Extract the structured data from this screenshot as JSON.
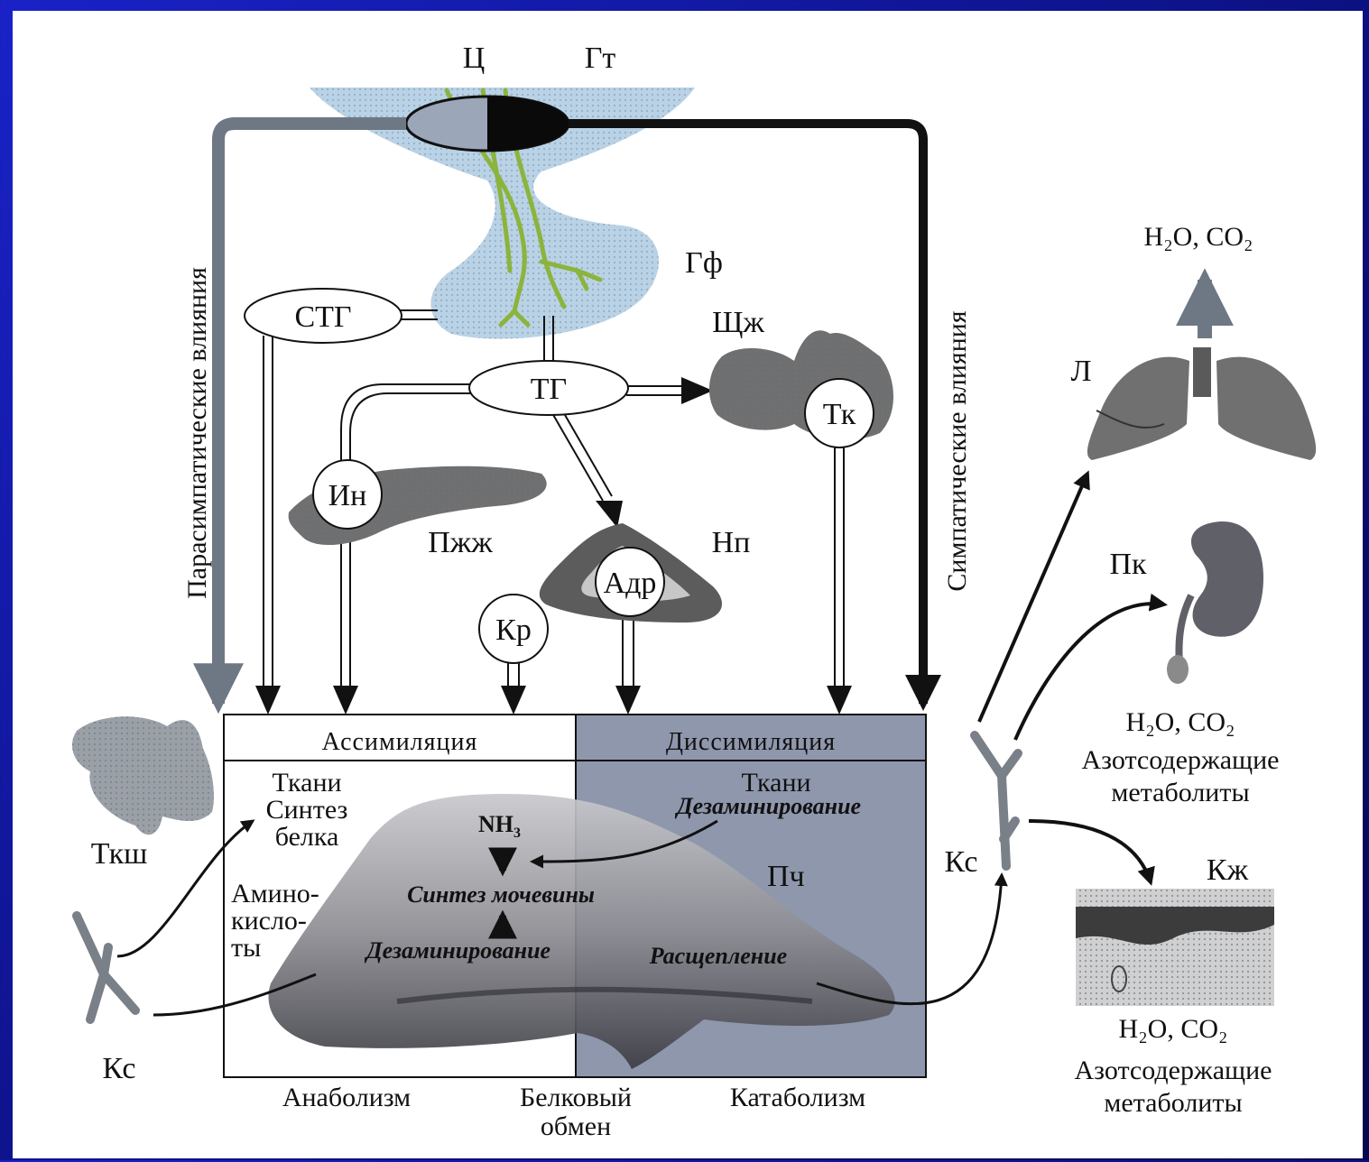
{
  "diagram": {
    "top_labels": {
      "c": "Ц",
      "gt": "Гт",
      "gf": "Гф",
      "shzh": "Щж",
      "pzhzh": "Пжж",
      "np": "Нп",
      "l": "Л",
      "pk": "Пк",
      "kzh": "Кж",
      "pch": "Пч",
      "tksh": "Ткш",
      "ks_left": "Кс",
      "ks_right": "Кс"
    },
    "hormones": {
      "stg": "СТГ",
      "tg": "ТГ",
      "tk": "Тк",
      "in": "Ин",
      "adr": "Адр",
      "kr": "Кр"
    },
    "side_labels": {
      "left": "Парасимпатические влияния",
      "right": "Симпатические влияния"
    },
    "box": {
      "assim": "Ассимиляция",
      "dissim": "Диссимиляция",
      "left_text": [
        "Ткани",
        "Синтез",
        "белка"
      ],
      "amino": [
        "Амино-",
        "кисло-",
        "ты"
      ],
      "right_tkani": "Ткани",
      "deamin_top": "Дезаминирование",
      "nh3": "NH",
      "nh3_sub": "3",
      "urea": "Синтез мочевины",
      "deamin_bottom": "Дезаминирование",
      "split": "Расщепление"
    },
    "bottom": {
      "anab": "Анаболизм",
      "bel1": "Белковый",
      "bel2": "обмен",
      "katab": "Катаболизм"
    },
    "right_products": {
      "lung_out": "H₂O, CO₂",
      "kidney_out": "H₂O, CO₂",
      "kidney_meta1": "Азотсодержащие",
      "kidney_meta2": "метаболиты",
      "skin_out": "H₂O, CO₂",
      "skin_meta1": "Азотсодержащие",
      "skin_meta2": "метаболиты"
    },
    "colors": {
      "dissim_bg": "#8f97ad",
      "para_arrow": "#6e7884",
      "brain": "#b9d2e6",
      "nerve": "#8cb43c",
      "organ": "#707070"
    }
  }
}
